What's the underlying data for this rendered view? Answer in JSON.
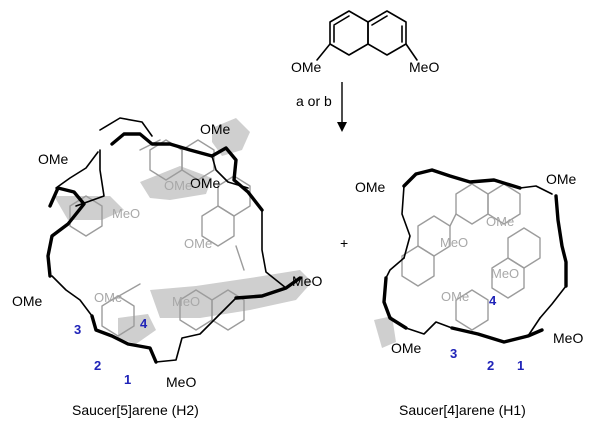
{
  "starting_material": {
    "substituent_left": "OMe",
    "substituent_right": "MeO"
  },
  "reaction": {
    "conditions": "a or b"
  },
  "plus_sign": "+",
  "products": [
    {
      "caption": "Saucer[5]arene (H2)",
      "outer_substituents": [
        "OMe",
        "OMe",
        "OMe",
        "OMe",
        "MeO"
      ],
      "inner_substituents": [
        "OMe",
        "MeO",
        "OMe",
        "OMe",
        "MeO"
      ],
      "numbering": [
        "1",
        "2",
        "3",
        "4"
      ],
      "bottom_substituent": "MeO"
    },
    {
      "caption": "Saucer[4]arene (H1)",
      "outer_substituents": [
        "OMe",
        "OMe",
        "MeO",
        "OMe"
      ],
      "inner_substituents": [
        "OMe",
        "MeO",
        "MeO",
        "OMe"
      ],
      "numbering": [
        "1",
        "2",
        "3",
        "4"
      ]
    }
  ],
  "colors": {
    "bond": "#000000",
    "back_bond": "#9c9c9c",
    "shading": "#cfcfcf",
    "numbering": "#1f23b8"
  }
}
